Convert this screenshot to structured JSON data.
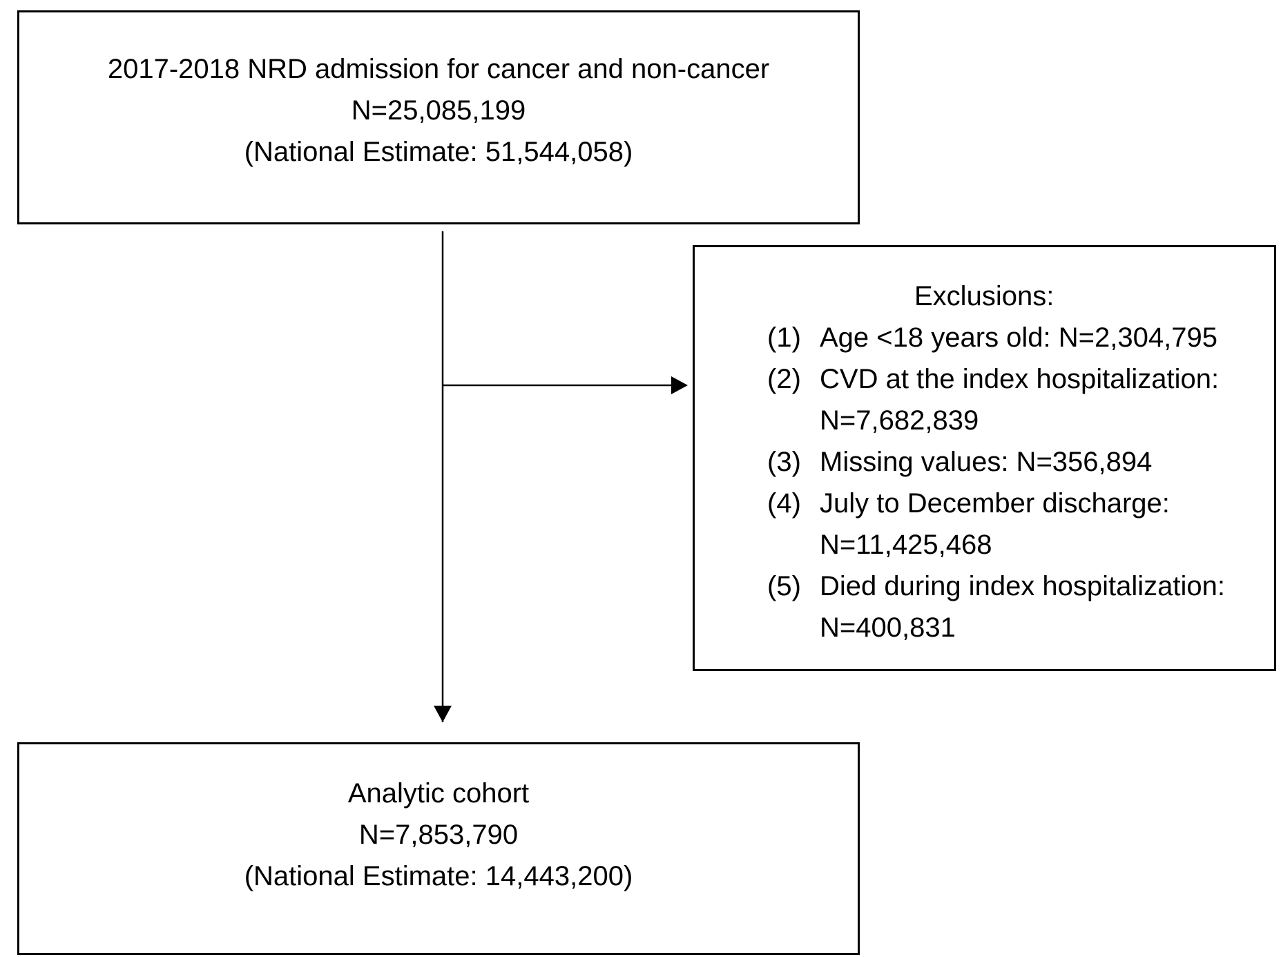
{
  "top_box": {
    "line1": "2017-2018 NRD admission for cancer and non-cancer",
    "line2": "N=25,085,199",
    "line3": "(National Estimate: 51,544,058)"
  },
  "exclusions": {
    "title": "Exclusions:",
    "items": [
      {
        "num": "(1)",
        "text": "Age <18 years old: N=2,304,795"
      },
      {
        "num": "(2)",
        "text": "CVD at the index hospitalization: N=7,682,839"
      },
      {
        "num": "(3)",
        "text": "Missing values: N=356,894"
      },
      {
        "num": "(4)",
        "text": "July to December discharge: N=11,425,468"
      },
      {
        "num": "(5)",
        "text": "Died during index hospitalization: N=400,831"
      }
    ]
  },
  "bottom_box": {
    "line1": "Analytic cohort",
    "line2": "N=7,853,790",
    "line3": "(National Estimate: 14,443,200)"
  }
}
